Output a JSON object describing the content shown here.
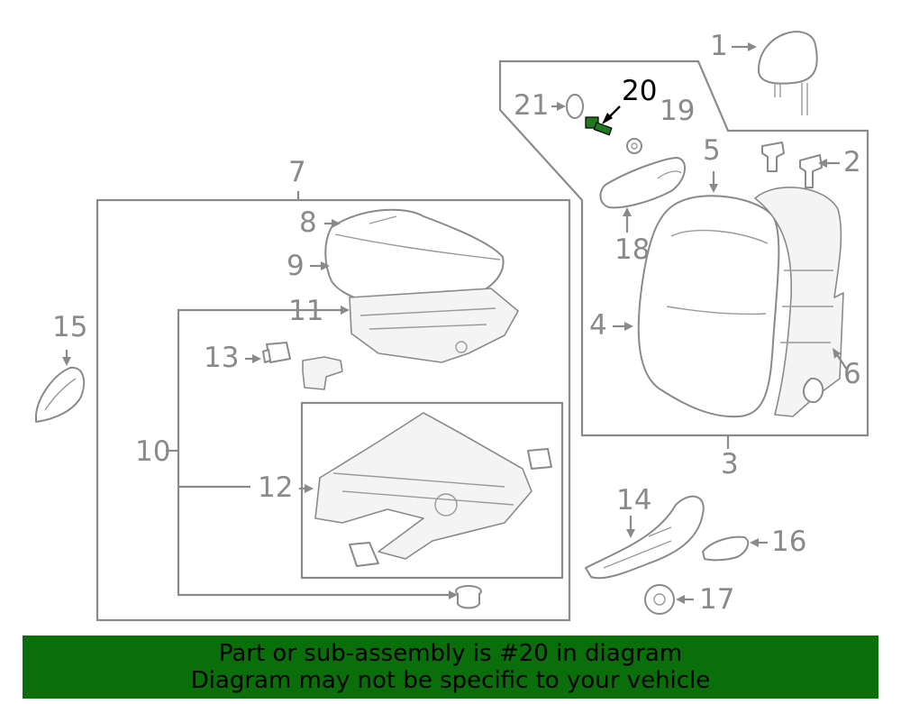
{
  "callouts": {
    "c1": "1",
    "c2": "2",
    "c3": "3",
    "c4": "4",
    "c5": "5",
    "c6": "6",
    "c7": "7",
    "c8": "8",
    "c9": "9",
    "c10": "10",
    "c11": "11",
    "c12": "12",
    "c13": "13",
    "c14": "14",
    "c15": "15",
    "c16": "16",
    "c17": "17",
    "c18": "18",
    "c19": "19",
    "c20": "20",
    "c21": "21"
  },
  "banner": {
    "line1": "Part or sub-assembly is #20 in diagram",
    "line2": "Diagram may not be specific to your vehicle"
  },
  "colors": {
    "banner_bg": "#0a6e0a",
    "highlight_part": "#1e7a1e",
    "line_gray": "#8a8a8a"
  }
}
